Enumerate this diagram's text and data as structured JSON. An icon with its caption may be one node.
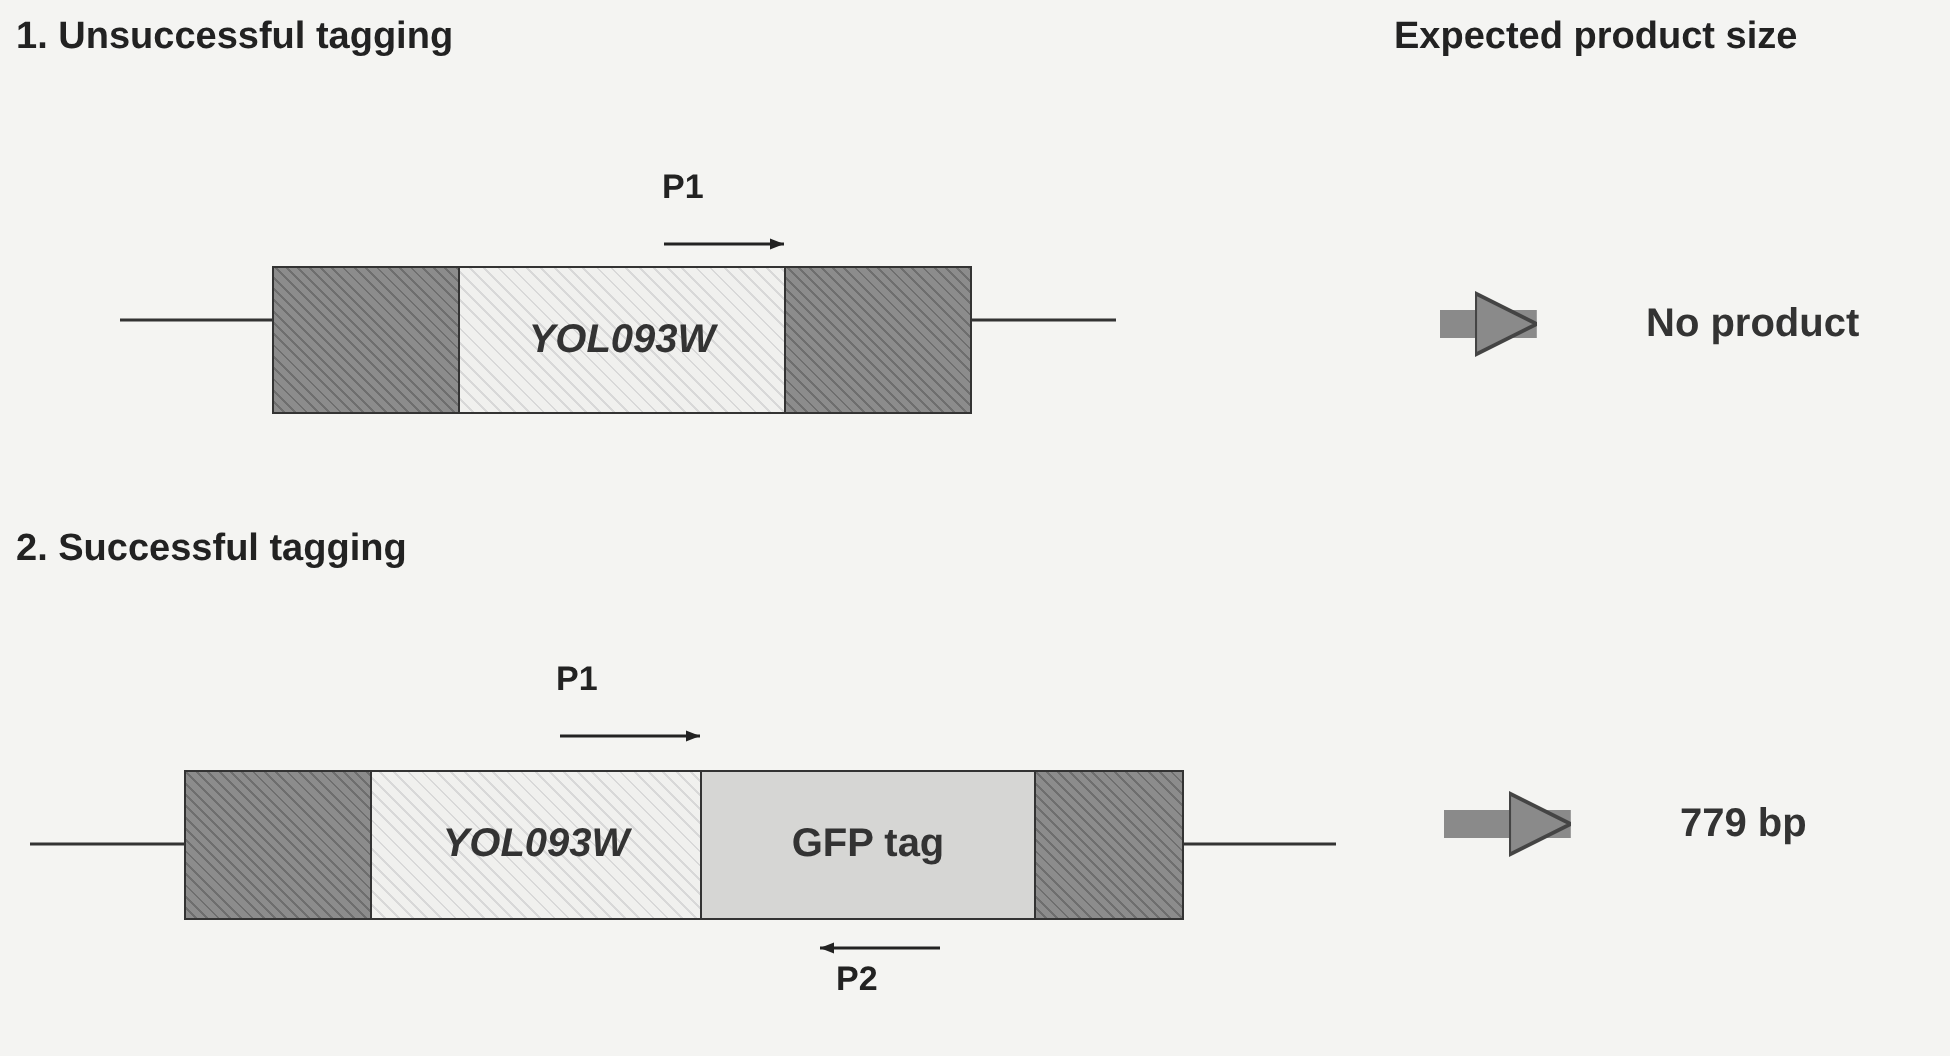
{
  "diagram": {
    "nodes": [
      {
        "text": [],
        "shape": "box"
      },
      {
        "text": [
          "YOL093W"
        ]
      },
      {
        "text": [],
        "shape": "box"
      },
      {
        "text": [
          "No product"
        ]
      },
      {
        "text": [],
        "shape": "box"
      },
      {
        "text": [
          "YOL093W"
        ]
      },
      {
        "text": [
          "GFP tag"
        ]
      },
      {
        "text": [],
        "shape": "box"
      },
      {
        "text": [
          "779 bp"
        ]
      }
    ],
    "edges": [
      {
        "from": null,
        "to": 3,
        "arrow": "to"
      },
      {
        "from": null,
        "to": 8,
        "arrow": "to"
      }
    ],
    "labels": [
      "1. Unsuccessful tagging",
      "Expected product size",
      "P1",
      "2. Successful tagging",
      "P1",
      "P2"
    ]
  }
}
